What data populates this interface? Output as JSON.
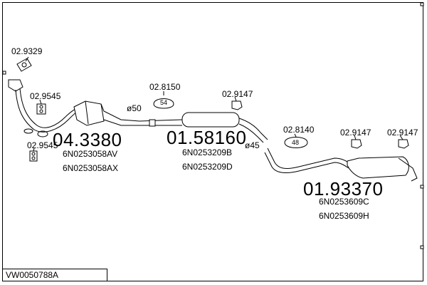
{
  "reference": "VW0050788A",
  "parts": [
    {
      "part_no": "04.3380",
      "oem": [
        "6N0253058AV",
        "6N0253058AX"
      ]
    },
    {
      "part_no": "01.58160",
      "oem": [
        "6N0253209B",
        "6N0253209D"
      ]
    },
    {
      "part_no": "01.93370",
      "oem": [
        "6N0253609C",
        "6N0253609H"
      ]
    }
  ],
  "accessories": [
    "02.9329",
    "02.9545",
    "02.9545",
    "02.8150",
    "02.9147",
    "02.8140",
    "02.9147",
    "02.9147"
  ],
  "rubber_labels": [
    "54",
    "48"
  ],
  "diameters": [
    "ø50",
    "ø45"
  ]
}
